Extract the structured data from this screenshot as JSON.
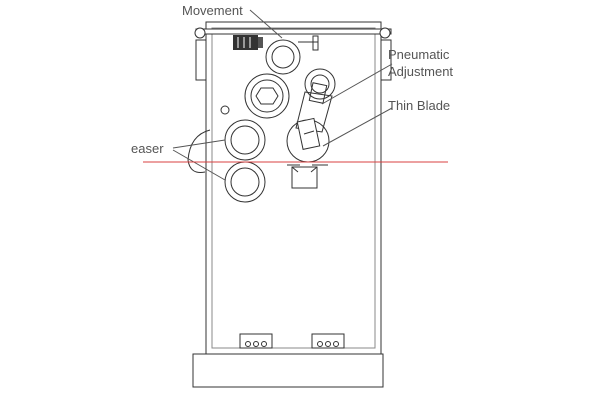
{
  "labels": {
    "movement": "Movement",
    "pneumatic": "Pneumatic",
    "adjustment": "Adjustment",
    "thin_blade": "Thin Blade",
    "creaser": "easer"
  },
  "colors": {
    "line": "#333333",
    "guide_line": "#d94040",
    "motor": "#333333"
  }
}
